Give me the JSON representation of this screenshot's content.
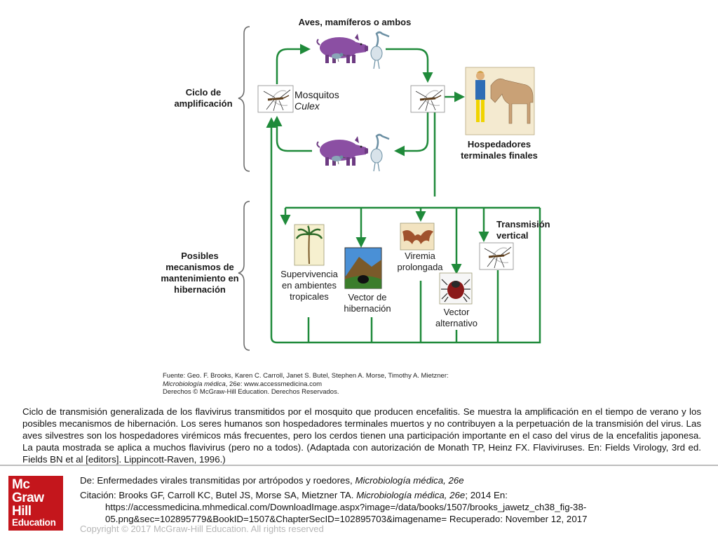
{
  "diagram": {
    "top_label": "Aves, mamíferos o ambos",
    "cycle_label": "Ciclo de amplificación",
    "mosquito_label": "Mosquitos",
    "mosquito_sublabel": "Culex",
    "hosts_label": "Hospedadores terminales finales",
    "maintenance_label": "Posibles mecanismos de mantenimiento en hibernación",
    "vertical_label": "Transmisión vertical",
    "tropical_label": "Supervivencia en ambientes tropicales",
    "hibernation_vector_label": "Vector de hibernación",
    "viremia_label": "Viremia prolongada",
    "alt_vector_label": "Vector alternativo",
    "arrow_color": "#1f8a3a"
  },
  "source": {
    "line1": "Fuente: Geo. F. Brooks, Karen C. Carroll, Janet S. Butel, Stephen A. Morse, Timothy A. Mietzner:",
    "line2_italic": "Microbiología médica",
    "line2_rest": ", 26e: www.accessmedicina.com",
    "line3": "Derechos © McGraw-Hill Education. Derechos Reservados."
  },
  "caption": "Ciclo de transmisión generalizada de los flavivirus transmitidos por el mosquito que producen encefalitis. Se muestra la amplificación en el tiempo de verano y los posibles mecanismos de hibernación. Los seres humanos son hospedadores terminales muertos y no contribuyen a la perpetuación de la transmisión del virus. Las aves silvestres son los hospedadores virémicos más frecuentes, pero los cerdos tienen una participación importante en el caso del virus de la encefalitis japonesa. La pauta mostrada se aplica a muchos flavivirus (pero no a todos). (Adaptada con autorización de Monath TP, Heinz FX. Flaviviruses. En: Fields Virology, 3rd ed. Fields BN et al [editors]. Lippincott-Raven, 1996.)",
  "footer": {
    "logo_line1": "Mc",
    "logo_line2": "Graw",
    "logo_line3": "Hill",
    "logo_line4": "Education",
    "from_prefix": "De: Enfermedades virales transmitidas por artrópodos y roedores, ",
    "from_book": "Microbiología médica, 26e",
    "citation_prefix": "Citación: Brooks GF, Carroll KC, Butel JS, Morse SA, Mietzner TA. ",
    "citation_book": "Microbiología médica, 26e",
    "citation_suffix": "; 2014 En:",
    "url_line1": "https://accessmedicina.mhmedical.com/DownloadImage.aspx?image=/data/books/1507/brooks_jawetz_ch38_fig-38-",
    "url_line2": "05.png&sec=102895779&BookID=1507&ChapterSecID=102895703&imagename= Recuperado: November 12, 2017",
    "copyright": "Copyright © 2017 McGraw-Hill Education. All rights reserved"
  }
}
